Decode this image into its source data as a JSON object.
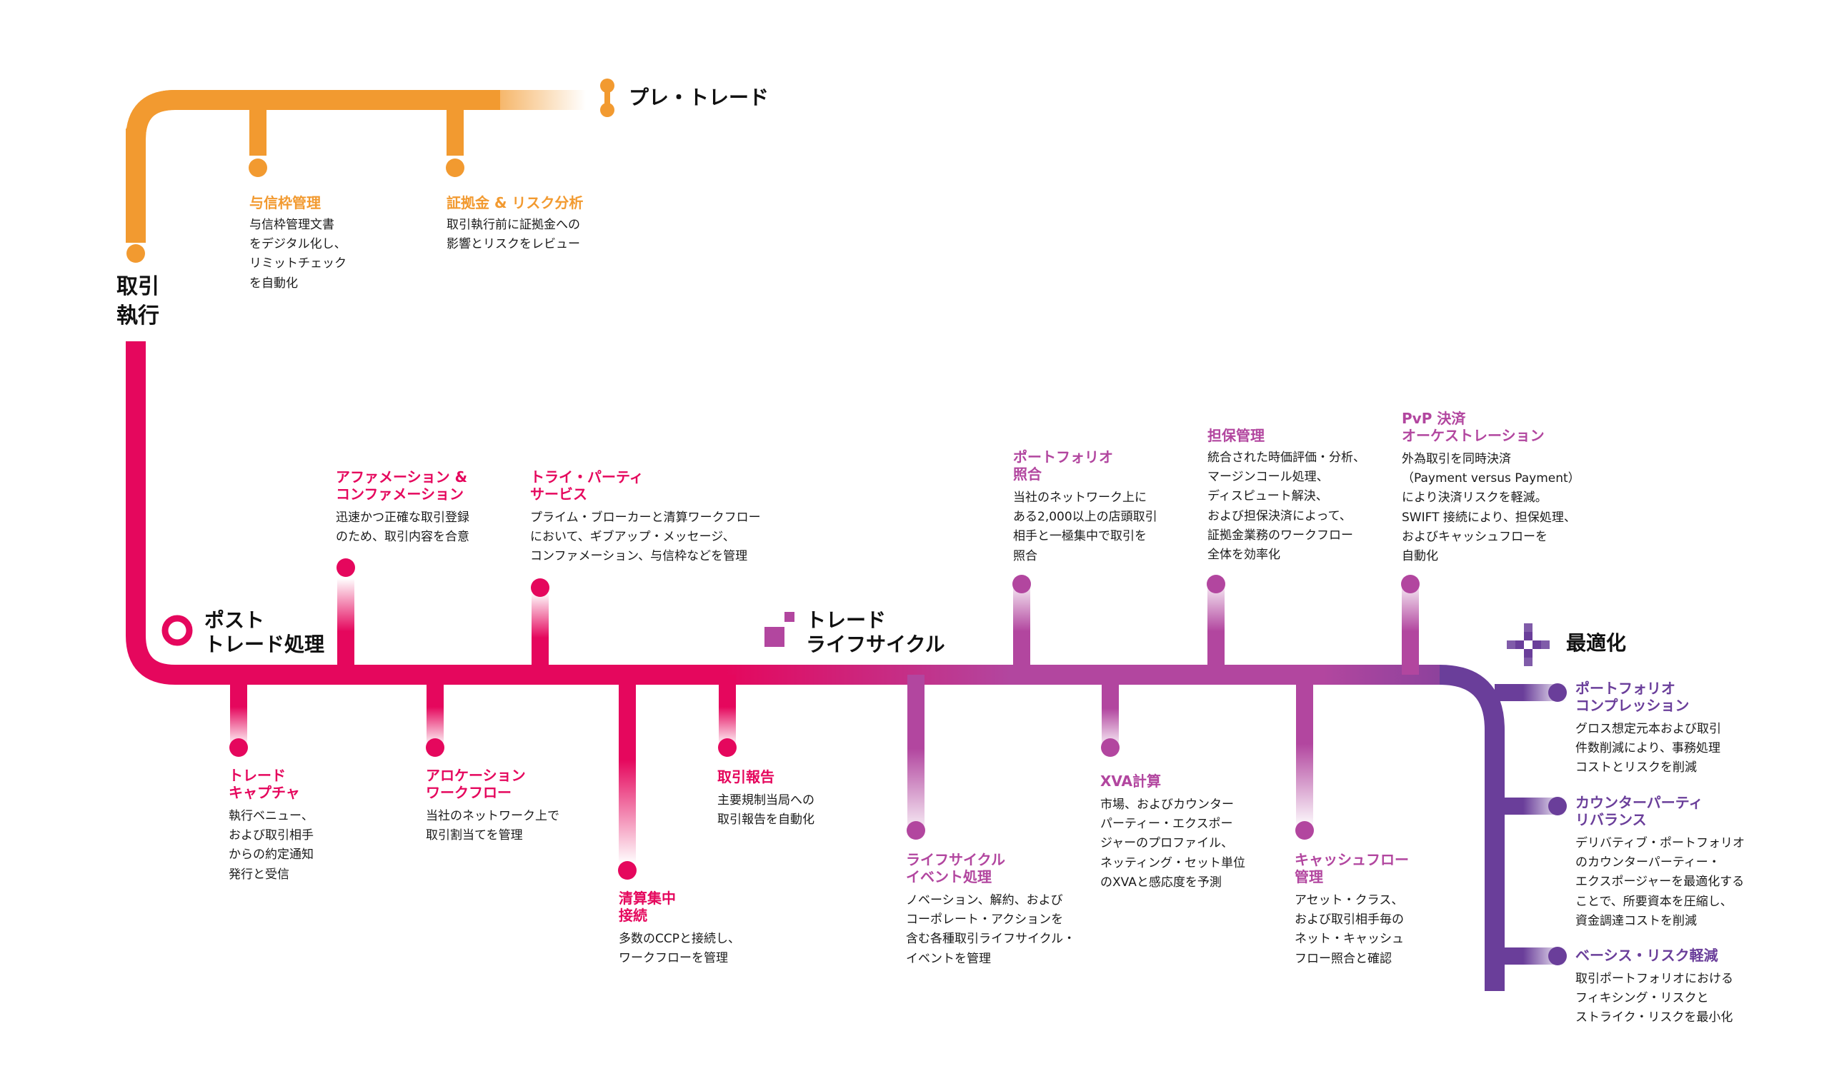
{
  "colors": {
    "pre": "#F29A30",
    "post": "#E5075D",
    "life": "#B2469F",
    "opt": "#6A3E9A",
    "text": "#1a1a1a"
  },
  "sections": {
    "pre": "プレ・トレード",
    "execution": "取引\n執行",
    "post": "ポスト\nトレード処理",
    "life": "トレード\nライフサイクル",
    "opt": "最適化"
  },
  "nodes": [
    {
      "id": "credit",
      "title": "与信枠管理",
      "desc": "与信枠管理文書\nをデジタル化し、\nリミットチェック\nを自動化"
    },
    {
      "id": "margin",
      "title": "証拠金 & リスク分析",
      "desc": "取引執行前に証拠金への\n影響とリスクをレビュー"
    },
    {
      "id": "affirm",
      "title": "アファメーション &\nコンファメーション",
      "desc": "迅速かつ正確な取引登録\nのため、取引内容を合意"
    },
    {
      "id": "triparty",
      "title": "トライ・パーティ\nサービス",
      "desc": "プライム・ブローカーと清算ワークフロー\nにおいて、ギブアップ・メッセージ、\nコンファメーション、与信枠などを管理"
    },
    {
      "id": "capture",
      "title": "トレード\nキャプチャ",
      "desc": "執行ベニュー、\nおよび取引相手\nからの約定通知\n発行と受信"
    },
    {
      "id": "alloc",
      "title": "アロケーション\nワークフロー",
      "desc": "当社のネットワーク上で\n取引割当てを管理"
    },
    {
      "id": "clearing",
      "title": "清算集中\n接続",
      "desc": "多数のCCPと接続し、\nワークフローを管理"
    },
    {
      "id": "report",
      "title": "取引報告",
      "desc": "主要規制当局への\n取引報告を自動化"
    },
    {
      "id": "portrec",
      "title": "ポートフォリオ\n照合",
      "desc": "当社のネットワーク上に\nある2,000以上の店頭取引\n相手と一極集中で取引を\n照合"
    },
    {
      "id": "collat",
      "title": "担保管理",
      "desc": "統合された時価評価・分析、\nマージンコール処理、\nディスピュート解決、\nおよび担保決済によって、\n証拠金業務のワークフロー\n全体を効率化"
    },
    {
      "id": "pvp",
      "title": "PvP 決済\nオーケストレーション",
      "desc": "外為取引を同時決済\n（Payment versus Payment）\nにより決済リスクを軽減。\nSWIFT 接続により、担保処理、\nおよびキャッシュフローを\n自動化"
    },
    {
      "id": "lifeevent",
      "title": "ライフサイクル\nイベント処理",
      "desc": "ノベーション、解約、および\nコーポレート・アクションを\n含む各種取引ライフサイクル・\nイベントを管理"
    },
    {
      "id": "xva",
      "title": "XVA計算",
      "desc": "市場、およびカウンター\nパーティー・エクスポー\nジャーのプロファイル、\nネッティング・セット単位\nのXVAと感応度を予測"
    },
    {
      "id": "cashflow",
      "title": "キャッシュフロー\n管理",
      "desc": "アセット・クラス、\nおよび取引相手毎の\nネット・キャッシュ\nフロー照合と確認"
    },
    {
      "id": "compress",
      "title": "ポートフォリオ\nコンプレッション",
      "desc": "グロス想定元本および取引\n件数削減により、事務処理\nコストとリスクを削減"
    },
    {
      "id": "cpty",
      "title": "カウンターパーティ\nリバランス",
      "desc": "デリバティブ・ポートフォリオ\nのカウンターパーティー・\nエクスポージャーを最適化する\nことで、所要資本を圧縮し、\n資金調達コストを削減"
    },
    {
      "id": "basis",
      "title": "ベーシス・リスク軽減",
      "desc": "取引ポートフォリオにおける\nフィキシング・リスクと\nストライク・リスクを最小化"
    }
  ]
}
